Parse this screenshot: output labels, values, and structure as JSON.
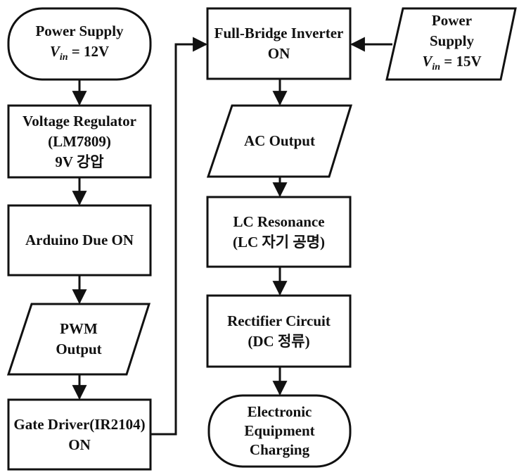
{
  "nodes": {
    "power_supply_12v": {
      "line1": "Power Supply",
      "var": "V",
      "sub": "in",
      "value": "= 12V"
    },
    "voltage_regulator": {
      "line1": "Voltage Regulator",
      "line2": "(LM7809)",
      "line3": "9V 강압"
    },
    "arduino": {
      "line1": "Arduino Due ON"
    },
    "pwm_output": {
      "line1": "PWM",
      "line2": "Output"
    },
    "gate_driver": {
      "line1": "Gate Driver(IR2104)",
      "line2": "ON"
    },
    "full_bridge_inverter": {
      "line1": "Full-Bridge Inverter",
      "line2": "ON"
    },
    "power_supply_15v": {
      "line1": "Power",
      "line2": "Supply",
      "var": "V",
      "sub": "in",
      "value": "= 15V"
    },
    "ac_output": {
      "line1": "AC Output"
    },
    "lc_resonance": {
      "line1": "LC Resonance",
      "line2": "(LC 자기 공명)"
    },
    "rectifier": {
      "line1": "Rectifier Circuit",
      "line2": "(DC 정류)"
    },
    "charging": {
      "line1": "Electronic",
      "line2": "Equipment",
      "line3": "Charging"
    }
  }
}
